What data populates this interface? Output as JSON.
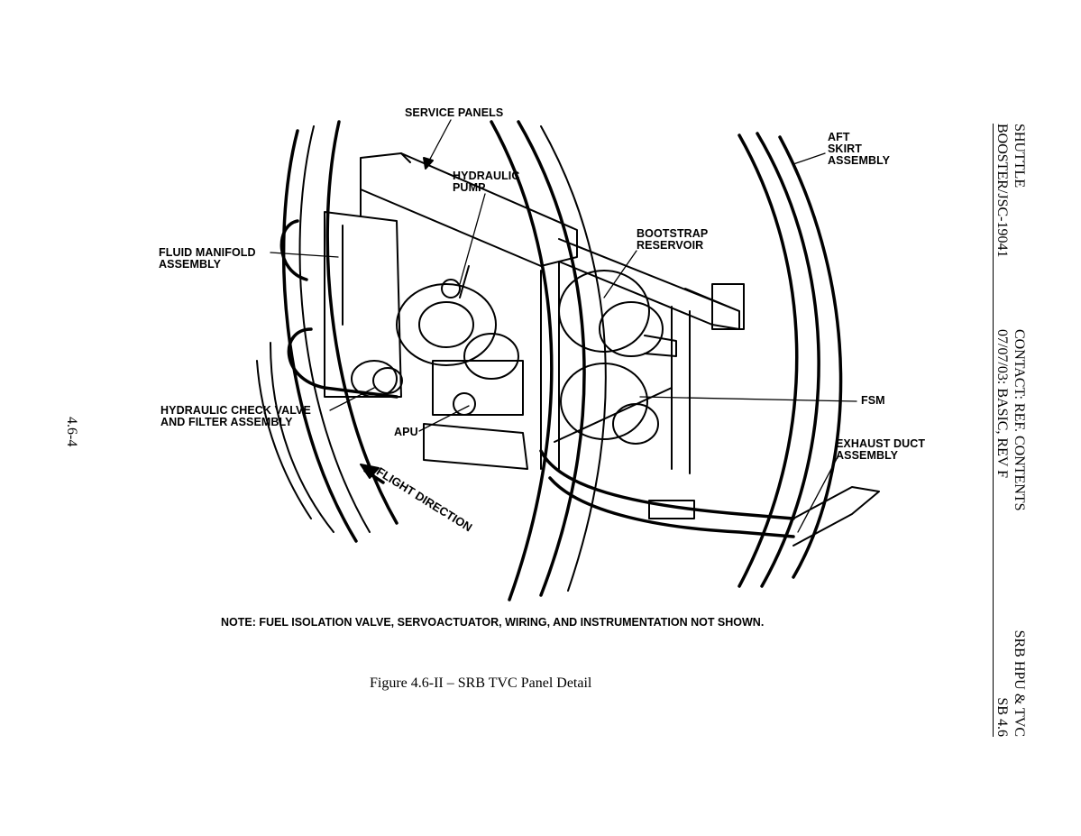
{
  "header": {
    "line1_left": "SHUTTLE",
    "line1_mid": "CONTACT:   REF. CONTENTS",
    "line1_right": "SRB HPU & TVC",
    "line2_left": "BOOSTER/JSC-19041",
    "line2_mid": "07/07/03:   BASIC, REV F",
    "line2_right": "SB 4.6"
  },
  "page_number": "4.6-4",
  "figure": {
    "caption": "Figure 4.6-II – SRB TVC Panel Detail",
    "labels": {
      "service_panels": "SERVICE PANELS",
      "hydraulic_pump_1": "HYDRAULIC",
      "hydraulic_pump_2": "PUMP",
      "aft_skirt_1": "AFT",
      "aft_skirt_2": "SKIRT",
      "aft_skirt_3": "ASSEMBLY",
      "fluid_manifold_1": "FLUID MANIFOLD",
      "fluid_manifold_2": "ASSEMBLY",
      "bootstrap_1": "BOOTSTRAP",
      "bootstrap_2": "RESERVOIR",
      "check_valve_1": "HYDRAULIC CHECK VALVE",
      "check_valve_2": "AND FILTER ASSEMBLY",
      "apu": "APU",
      "fsm": "FSM",
      "exhaust_duct_1": "EXHAUST DUCT",
      "exhaust_duct_2": "ASSEMBLY",
      "flight_direction": "FLIGHT DIRECTION"
    },
    "note": "NOTE:  FUEL ISOLATION VALVE, SERVOACTUATOR, WIRING, AND INSTRUMENTATION NOT SHOWN."
  }
}
